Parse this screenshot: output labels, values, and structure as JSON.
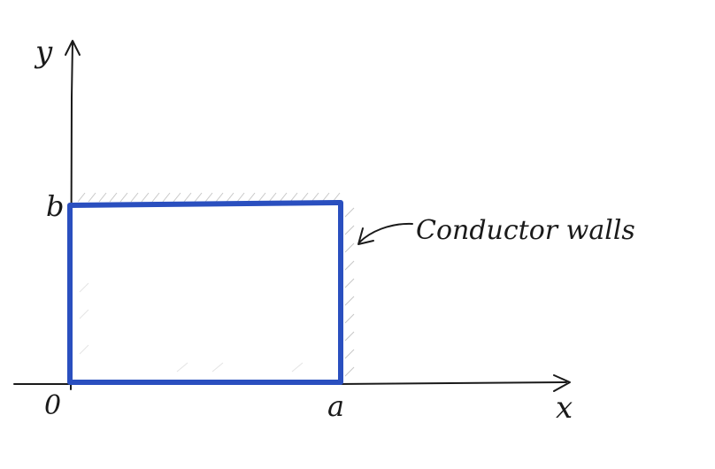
{
  "labels": {
    "y_axis": "y",
    "x_axis": "x",
    "origin": "0",
    "height": "b",
    "width": "a",
    "annotation": "Conductor walls"
  },
  "colors": {
    "wall": "#2a4fbf",
    "ink": "#1a1a1a",
    "hatch": "#b8b8b8"
  }
}
